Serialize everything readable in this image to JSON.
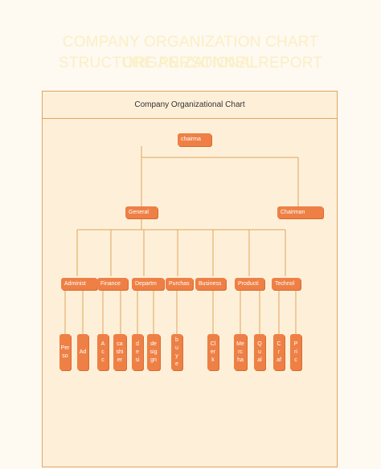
{
  "title": {
    "line1": "COMPANY ORGANIZATION CHART ORGANIZATIONAL",
    "line2": "STRUCTURE PERSONNEL REPORT"
  },
  "chart": {
    "header": "Company Organizational Chart",
    "root": {
      "label": "chairma"
    },
    "level1": [
      {
        "label": "General"
      },
      {
        "label": "Chairman"
      }
    ],
    "departments": [
      {
        "label": "Administ"
      },
      {
        "label": "Finance"
      },
      {
        "label": "Departm"
      },
      {
        "label": "Purchas"
      },
      {
        "label": "Business"
      },
      {
        "label": "Producti"
      },
      {
        "label": "Technol"
      }
    ],
    "staff": [
      {
        "label": "Per so"
      },
      {
        "label": "Ad"
      },
      {
        "label": "A c c"
      },
      {
        "label": "ca shi er"
      },
      {
        "label": "d e si"
      },
      {
        "label": "de sig gn"
      },
      {
        "label": "b u y e"
      },
      {
        "label": "Cl er k"
      },
      {
        "label": "Me rc ha"
      },
      {
        "label": "Q u al"
      },
      {
        "label": "C r af"
      },
      {
        "label": "P ri c"
      }
    ]
  },
  "colors": {
    "node": "#ee8046",
    "line": "#e0a55e",
    "panel": "#fef0d8"
  }
}
